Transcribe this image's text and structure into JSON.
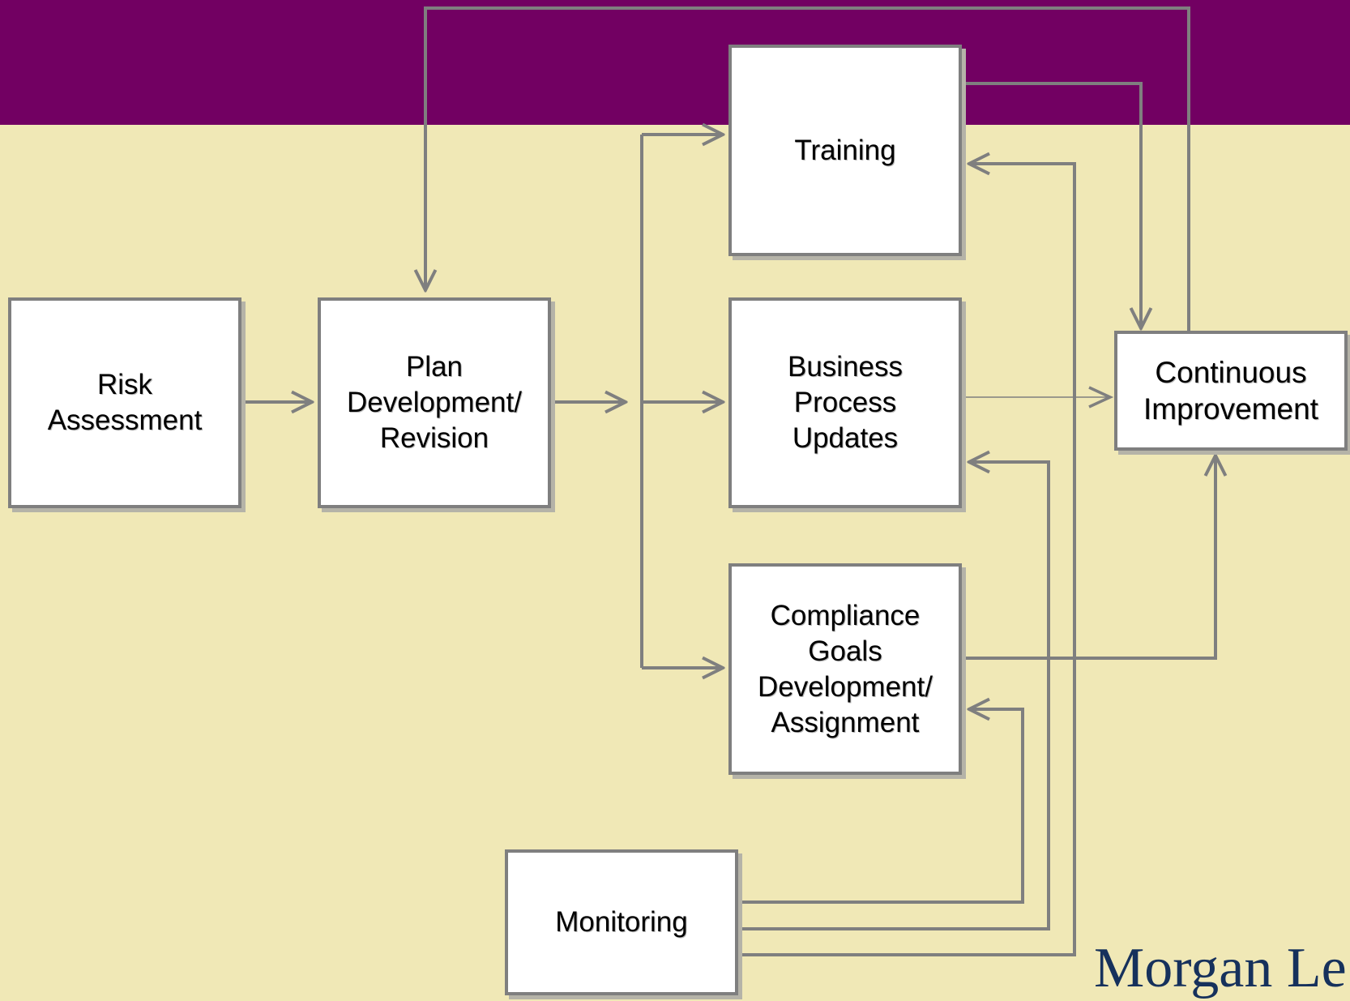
{
  "diagram": {
    "nodes": [
      {
        "id": "risk",
        "label": "Risk\nAssessment"
      },
      {
        "id": "plan",
        "label": "Plan\nDevelopment/\nRevision"
      },
      {
        "id": "training",
        "label": "Training"
      },
      {
        "id": "business",
        "label": "Business\nProcess\nUpdates"
      },
      {
        "id": "compliance",
        "label": "Compliance\nGoals\nDevelopment/\nAssignment"
      },
      {
        "id": "continuous",
        "label": "Continuous\nImprovement"
      },
      {
        "id": "monitoring",
        "label": "Monitoring"
      }
    ],
    "edges": [
      {
        "from": "risk",
        "to": "plan"
      },
      {
        "from": "plan",
        "to": "training"
      },
      {
        "from": "plan",
        "to": "business"
      },
      {
        "from": "plan",
        "to": "compliance"
      },
      {
        "from": "training",
        "to": "continuous"
      },
      {
        "from": "business",
        "to": "continuous"
      },
      {
        "from": "compliance",
        "to": "continuous"
      },
      {
        "from": "continuous",
        "to": "plan"
      },
      {
        "from": "monitoring",
        "to": "training"
      },
      {
        "from": "monitoring",
        "to": "business"
      },
      {
        "from": "monitoring",
        "to": "compliance"
      }
    ]
  },
  "colors": {
    "header_band": "#720062",
    "background": "#f0e8b6",
    "box_border": "#7f7f7f",
    "logo": "#16315c"
  },
  "logo": {
    "text": "Morgan Le"
  }
}
